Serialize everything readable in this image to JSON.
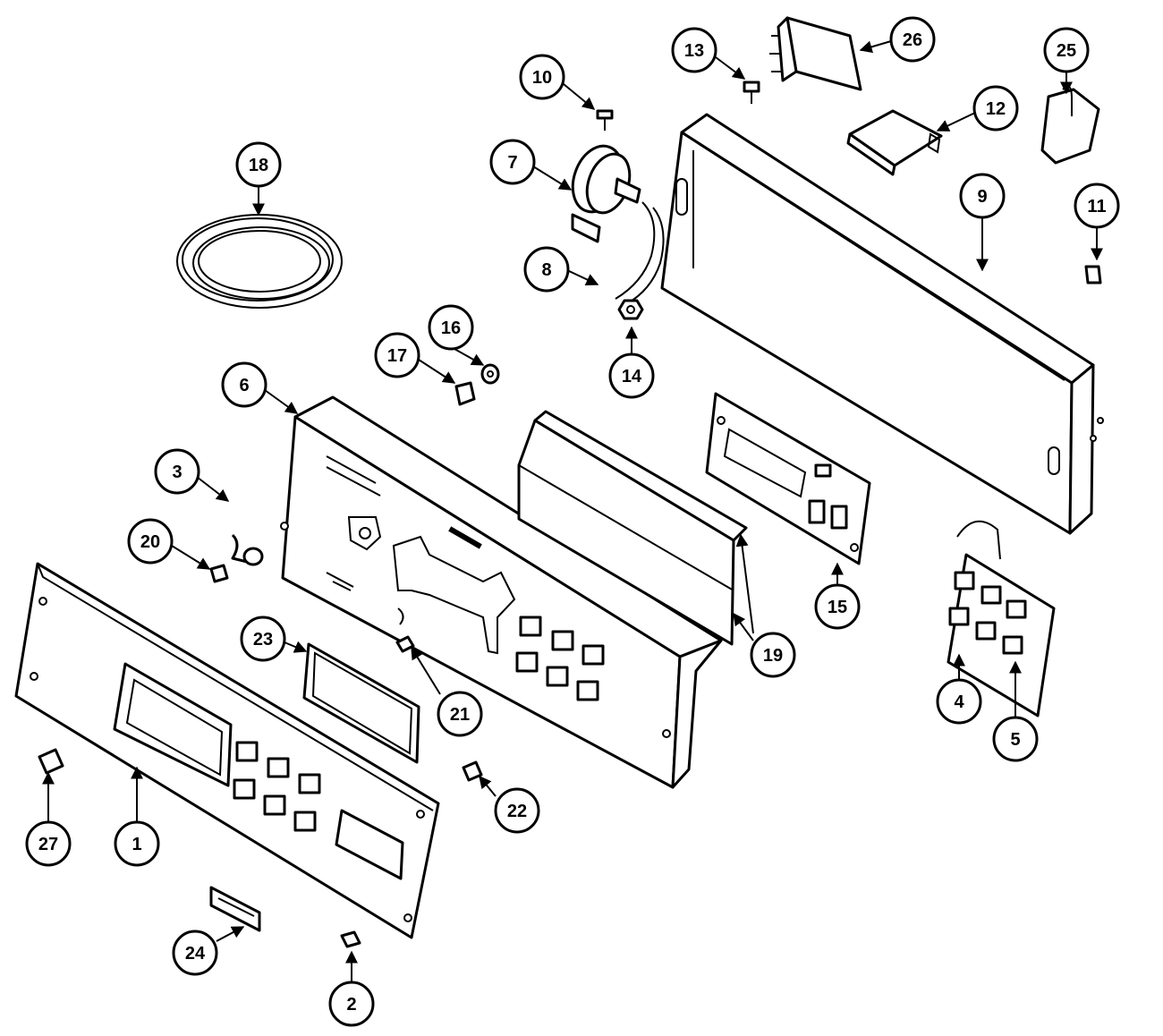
{
  "callouts": [
    {
      "id": "1",
      "label": "1"
    },
    {
      "id": "2",
      "label": "2"
    },
    {
      "id": "3",
      "label": "3"
    },
    {
      "id": "4",
      "label": "4"
    },
    {
      "id": "5",
      "label": "5"
    },
    {
      "id": "6",
      "label": "6"
    },
    {
      "id": "7",
      "label": "7"
    },
    {
      "id": "8",
      "label": "8"
    },
    {
      "id": "9",
      "label": "9"
    },
    {
      "id": "10",
      "label": "10"
    },
    {
      "id": "11",
      "label": "11"
    },
    {
      "id": "12",
      "label": "12"
    },
    {
      "id": "13",
      "label": "13"
    },
    {
      "id": "14",
      "label": "14"
    },
    {
      "id": "15",
      "label": "15"
    },
    {
      "id": "16",
      "label": "16"
    },
    {
      "id": "17",
      "label": "17"
    },
    {
      "id": "18",
      "label": "18"
    },
    {
      "id": "19",
      "label": "19"
    },
    {
      "id": "20",
      "label": "20"
    },
    {
      "id": "21",
      "label": "21"
    },
    {
      "id": "22",
      "label": "22"
    },
    {
      "id": "23",
      "label": "23"
    },
    {
      "id": "24",
      "label": "24"
    },
    {
      "id": "25",
      "label": "25"
    },
    {
      "id": "26",
      "label": "26"
    },
    {
      "id": "27",
      "label": "27"
    }
  ],
  "colors": {
    "ink": "#000000",
    "paper": "#ffffff"
  }
}
